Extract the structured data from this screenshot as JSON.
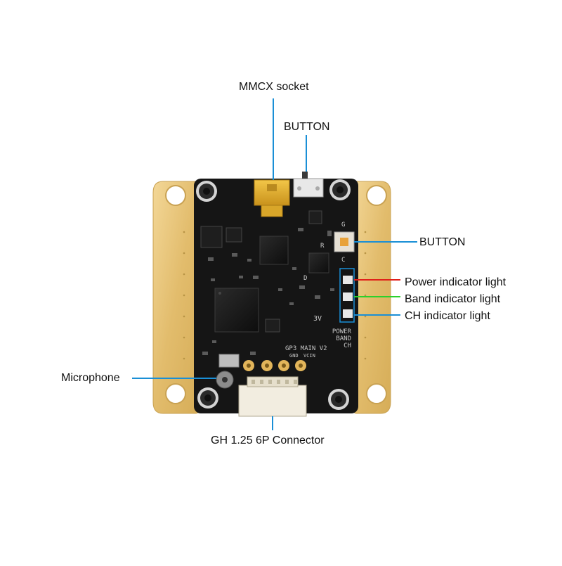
{
  "callouts": {
    "mmcx": "MMCX socket",
    "button_top": "BUTTON",
    "button_right": "BUTTON",
    "power_light": "Power indicator light",
    "band_light": "Band indicator light",
    "ch_light": "CH indicator light",
    "microphone": "Microphone",
    "gh_connector": "GH 1.25 6P Connector"
  },
  "silkscreen": {
    "board_name": "GP3 MAIN V2",
    "power": "POWER",
    "band": "BAND",
    "ch": "CH",
    "voltage": "3V",
    "gnd": "GND",
    "vcin": "VCIN",
    "mark_d": "D",
    "mark_r": "R",
    "mark_g": "G",
    "mark_c": "C"
  },
  "colors": {
    "callout_line": "#1a8fd6",
    "power_line": "#e0201a",
    "band_line": "#2bd12b",
    "ch_line": "#1a8fd6",
    "pcb": "#151515",
    "frame_gold": "#e6c27a",
    "mmcx_gold": "#d9a629"
  }
}
